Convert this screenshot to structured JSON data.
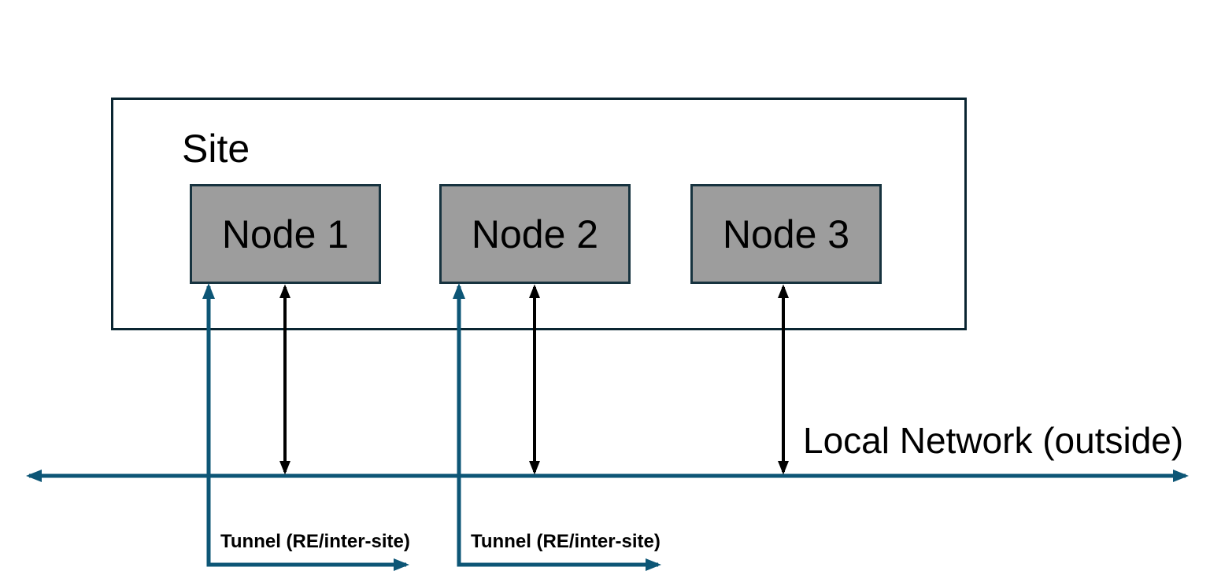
{
  "diagram": {
    "site_label": "Site",
    "nodes": [
      {
        "label": "Node 1"
      },
      {
        "label": "Node 2"
      },
      {
        "label": "Node 3"
      }
    ],
    "network_label": "Local Network (outside)",
    "tunnels": [
      {
        "label": "Tunnel (RE/inter-site)"
      },
      {
        "label": "Tunnel (RE/inter-site)"
      }
    ],
    "colors": {
      "tunnel_line": "#0d5676",
      "network_line": "#0d5676",
      "link_arrow": "#000000",
      "site_border": "#0a2531",
      "node_border": "#17333f",
      "node_fill": "#9d9d9d",
      "text": "#000000",
      "background": "#ffffff"
    }
  }
}
